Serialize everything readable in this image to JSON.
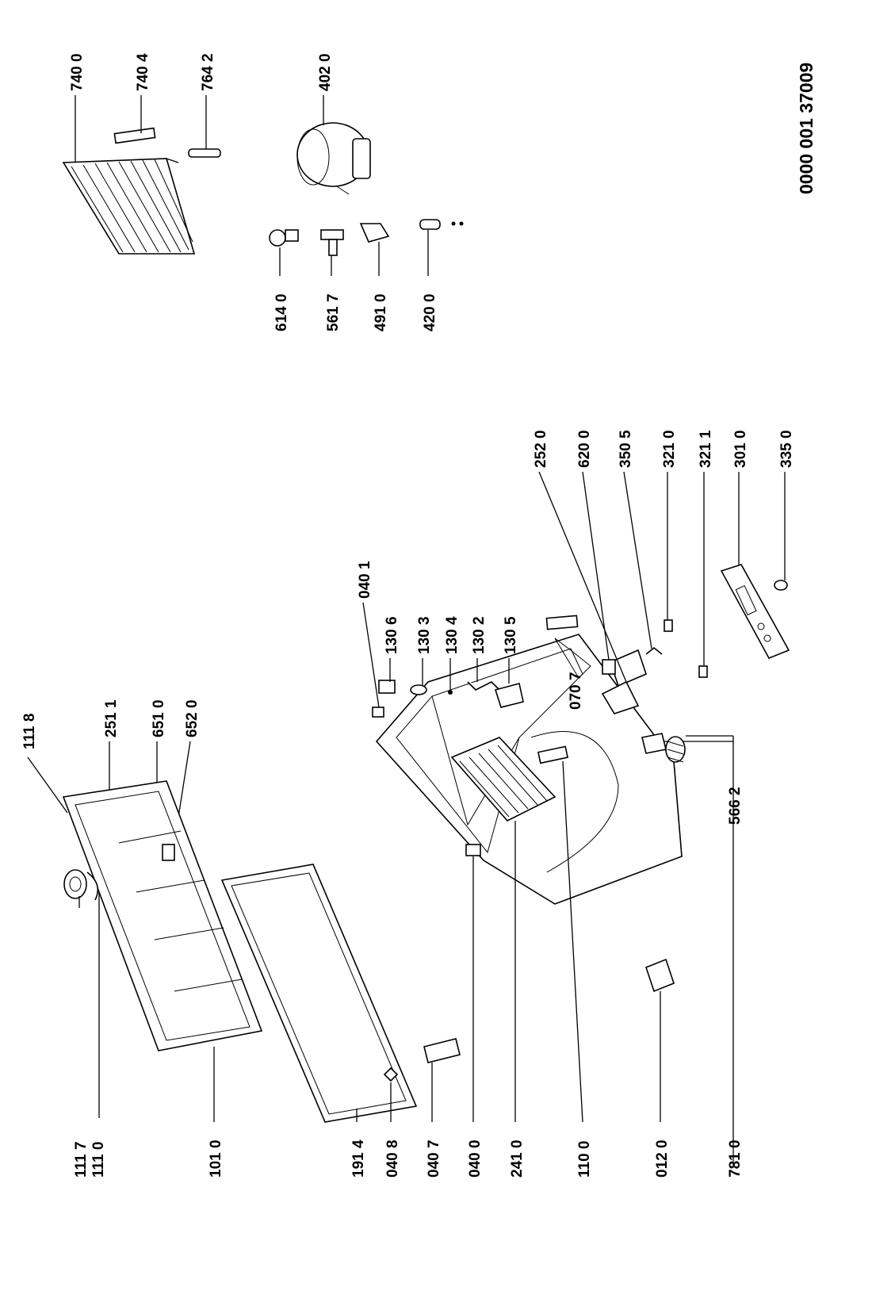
{
  "document_code": "0000 001 37009",
  "labels": {
    "l7400": "740 0",
    "l7404": "740 4",
    "l7642": "764 2",
    "l4020": "402 0",
    "l6140": "614 0",
    "l5617": "561 7",
    "l4910": "491 0",
    "l4200": "420 0",
    "l1118": "111 8",
    "l2511": "251 1",
    "l6510": "651 0",
    "l6520": "652 0",
    "l0401": "040 1",
    "l1306": "130 6",
    "l1303": "130 3",
    "l1304": "130 4",
    "l1302": "130 2",
    "l1305": "130 5",
    "l2520": "252 0",
    "l6200": "620 0",
    "l3505": "350 5",
    "l3210": "321 0",
    "l3211": "321 1",
    "l3010": "301 0",
    "l3350": "335 0",
    "l0707": "070 7",
    "l5662": "566 2",
    "l1117": "111 7",
    "l1110": "111 0",
    "l1010": "101 0",
    "l1914": "191 4",
    "l0408": "040 8",
    "l0407": "040 7",
    "l0400": "040 0",
    "l2410": "241 0",
    "l1100": "110 0",
    "l0120": "012 0",
    "l7810": "781 0"
  }
}
